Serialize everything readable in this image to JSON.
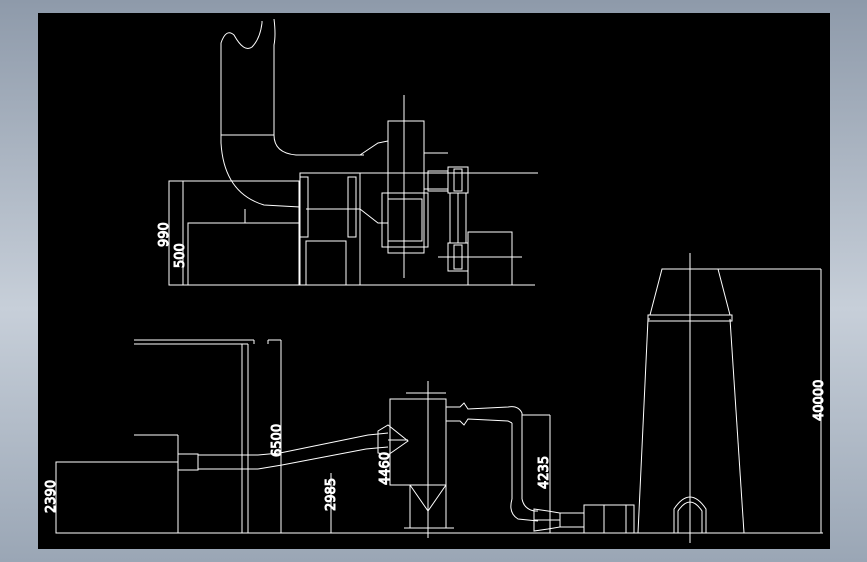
{
  "drawing": {
    "background": "#000000",
    "line_color": "#ffffff",
    "dimensions": {
      "fan_height_990": "990",
      "fan_height_500": "500",
      "left_2390": "2390",
      "duct_6500": "6500",
      "mid_2985": "2985",
      "cyclone_4460": "4460",
      "pipe_4235": "4235",
      "stack_40000": "40000"
    }
  }
}
